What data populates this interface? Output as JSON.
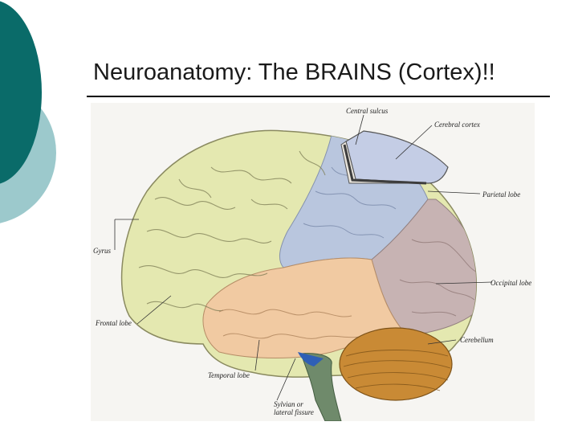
{
  "slide": {
    "title": "Neuroanatomy: The BRAINS (Cortex)!!"
  },
  "colors": {
    "decor_dark": "#0a6b69",
    "decor_light": "#9cc9cc",
    "frontal_lobe": "#e4e8b0",
    "parietal_lobe": "#b9c6de",
    "occipital_lobe": "#c7b3b3",
    "temporal_lobe": "#f1caa2",
    "cerebellum": "#c98a35",
    "brainstem": "#6f8a6b"
  },
  "figure": {
    "labels": {
      "central_sulcus": "Central sulcus",
      "cerebral_cortex": "Cerebral cortex",
      "parietal_lobe": "Parietal lobe",
      "gyrus": "Gyrus",
      "occipital_lobe": "Occipital lobe",
      "frontal_lobe": "Frontal lobe",
      "cerebellum": "Cerebellum",
      "temporal_lobe": "Temporal lobe",
      "sylvian_line1": "Sylvian or",
      "sylvian_line2": "lateral fissure"
    }
  }
}
